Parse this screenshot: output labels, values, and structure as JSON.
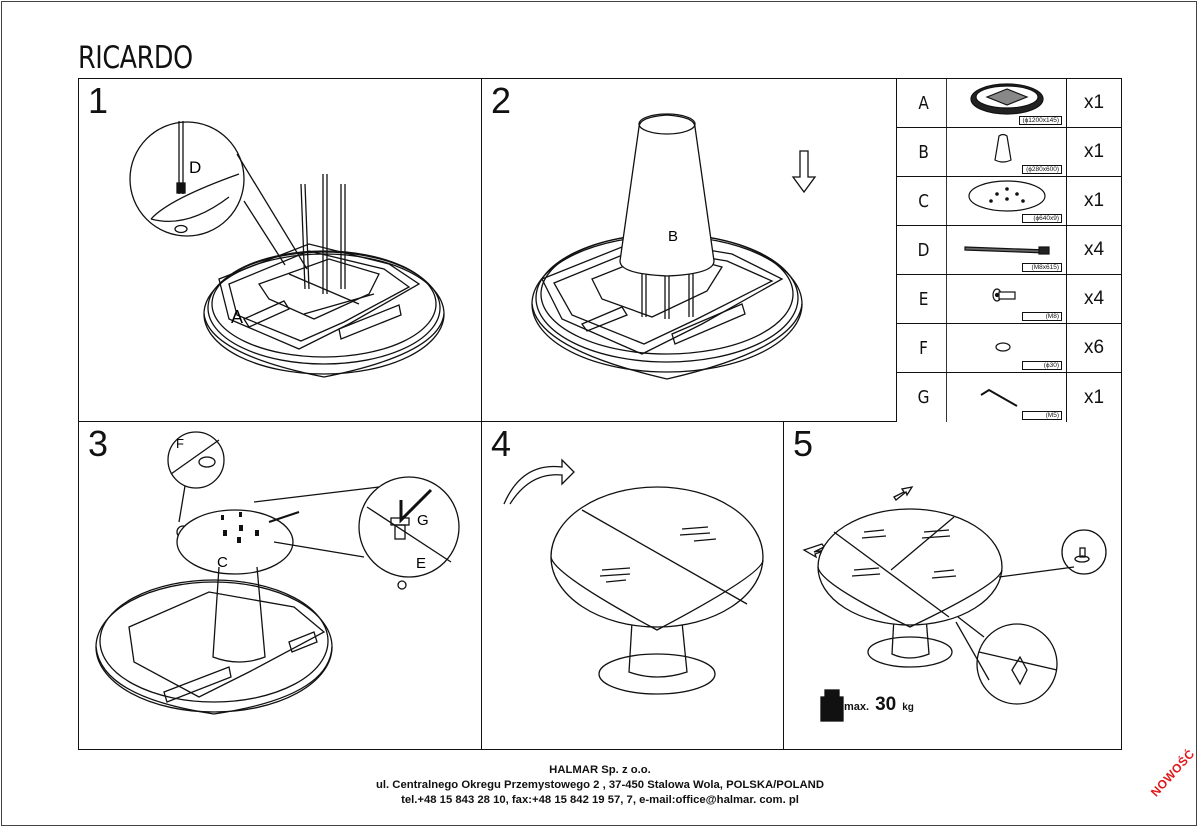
{
  "title": "RICARDO",
  "steps": [
    {
      "num": "1",
      "labels": {
        "d": "D",
        "a": "A"
      }
    },
    {
      "num": "2",
      "labels": {
        "b": "B"
      }
    },
    {
      "num": "3",
      "labels": {
        "f": "F",
        "g": "G",
        "e": "E",
        "c": "C"
      }
    },
    {
      "num": "4"
    },
    {
      "num": "5",
      "weight": {
        "prefix": "max.",
        "value": "30",
        "unit": "kg"
      }
    }
  ],
  "parts": [
    {
      "letter": "A",
      "dim": "(ϕ1200x145)",
      "qty": "x1",
      "icon": "table-top-icon"
    },
    {
      "letter": "B",
      "dim": "(ϕ280x600)",
      "qty": "x1",
      "icon": "column-leg-icon"
    },
    {
      "letter": "C",
      "dim": "(ϕ640x9)",
      "qty": "x1",
      "icon": "base-plate-icon"
    },
    {
      "letter": "D",
      "dim": "(M8x615)",
      "qty": "x4",
      "icon": "threaded-rod-icon"
    },
    {
      "letter": "E",
      "dim": "(M8)",
      "qty": "x4",
      "icon": "bolt-icon"
    },
    {
      "letter": "F",
      "dim": "(ϕ30)",
      "qty": "x6",
      "icon": "felt-pad-icon"
    },
    {
      "letter": "G",
      "dim": "(M5)",
      "qty": "x1",
      "icon": "allen-key-icon"
    }
  ],
  "footer": {
    "company": "HALMAR Sp. z o.o.",
    "address": "ul. Centralnego Okregu Przemystowego 2 , 37-450 Stalowa Wola, POLSKA/POLAND",
    "contact": "tel.+48 15 843 28 10, fax:+48 15 842 19 57, 7, e-mail:office@halmar. com. pl"
  },
  "stamp": "NOWOŚĆ",
  "colors": {
    "line": "#111111",
    "stamp": "#e0191b"
  }
}
